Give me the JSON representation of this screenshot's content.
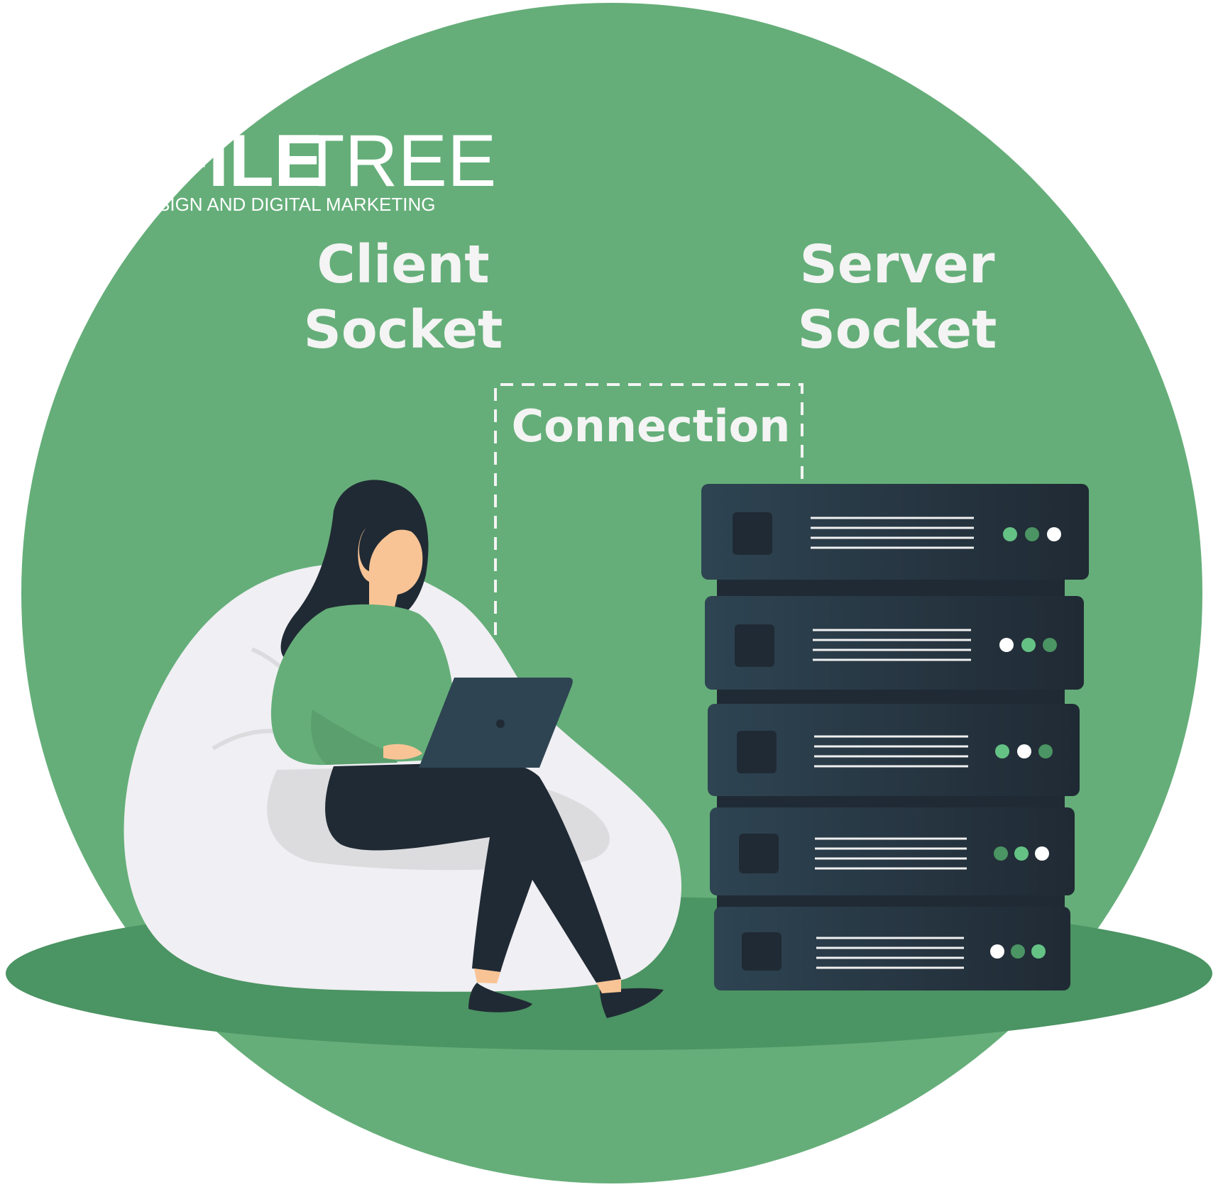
{
  "logo": {
    "text_bold": "FILE",
    "text_light": "TREE",
    "tagline": "SIGN AND DIGITAL MARKETING"
  },
  "labels": {
    "client_line1": "Client",
    "client_line2": "Socket",
    "server_line1": "Server",
    "server_line2": "Socket",
    "connection": "Connection"
  },
  "colors": {
    "circle": "#65ae79",
    "ground": "#4b9463",
    "server": "#27343f",
    "accent": "#65c285"
  }
}
